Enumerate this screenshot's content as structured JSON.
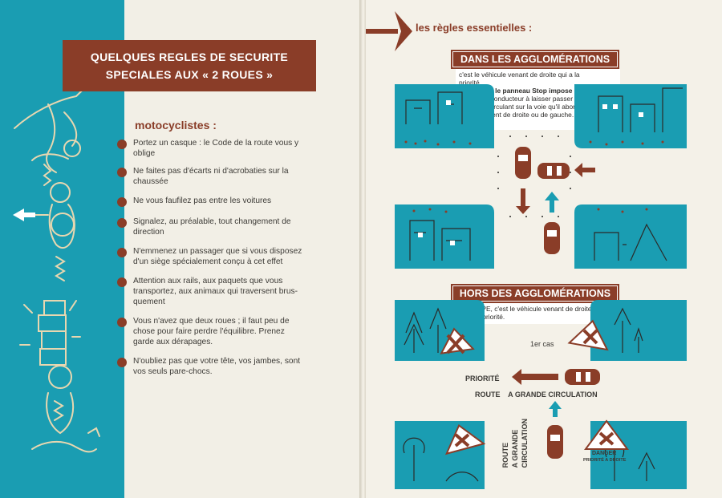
{
  "colors": {
    "teal": "#1a9db2",
    "brown": "#8a3d28",
    "dark": "#3c3a36"
  },
  "left_page": {
    "title": [
      "QUELQUES REGLES DE SECURITE",
      "SPECIALES AUX « 2 ROUES »"
    ],
    "subtitle": "motocyclistes :",
    "rules": [
      [
        "Portez un casque : le Code de la route vous y",
        "oblige"
      ],
      [
        "Ne faites pas d'écarts ni d'acrobaties sur la",
        "chaussée"
      ],
      [
        "Ne vous faufilez pas entre les voitures"
      ],
      [
        "Signalez, au préalable, tout changement de",
        "direction"
      ],
      [
        "N'emmenez un passager que si vous disposez",
        "d'un siège spécialement conçu à cet effet"
      ],
      [
        "Attention aux rails, aux paquets que vous",
        "transportez, aux animaux qui traversent brus-",
        "quement"
      ],
      [
        "Vous n'avez que deux roues ; il faut peu de",
        "chose pour faire perdre l'équilibre. Prenez",
        "garde aux dérapages."
      ],
      [
        "N'oubliez pas que votre tête, vos jambes, sont",
        "vos seuls pare-chocs."
      ]
    ]
  },
  "right_page": {
    "heading": "les règles essentielles :",
    "section1": {
      "title": "DANS LES AGGLOMÉRATIONS",
      "note": [
        "c'est le véhicule venant de droite qui a la",
        "priorité.",
        "Exception: le panneau Stop impose l'arrêt;",
        "il oblige le conducteur à laisser passer les",
        "véhicules circulant sur la voie qu'il aborde,",
        "qu'ils viennent de droite ou de gauche."
      ]
    },
    "section2": {
      "title": "HORS DES AGGLOMÉRATIONS",
      "note": [
        "PRINCIPE, c'est le véhicule venant de droite",
        "qui a la priorité."
      ]
    },
    "case_label": "1er cas",
    "priority_label": "PRIORITÉ",
    "road_label": "ROUTE    A GRANDE CIRCULATION",
    "vertical_road": [
      "ROUTE",
      "A GRANDE",
      "CIRCULATION"
    ],
    "sign_danger": "DANGER",
    "sign_priority": "PRIORITÉ A DROITE"
  }
}
